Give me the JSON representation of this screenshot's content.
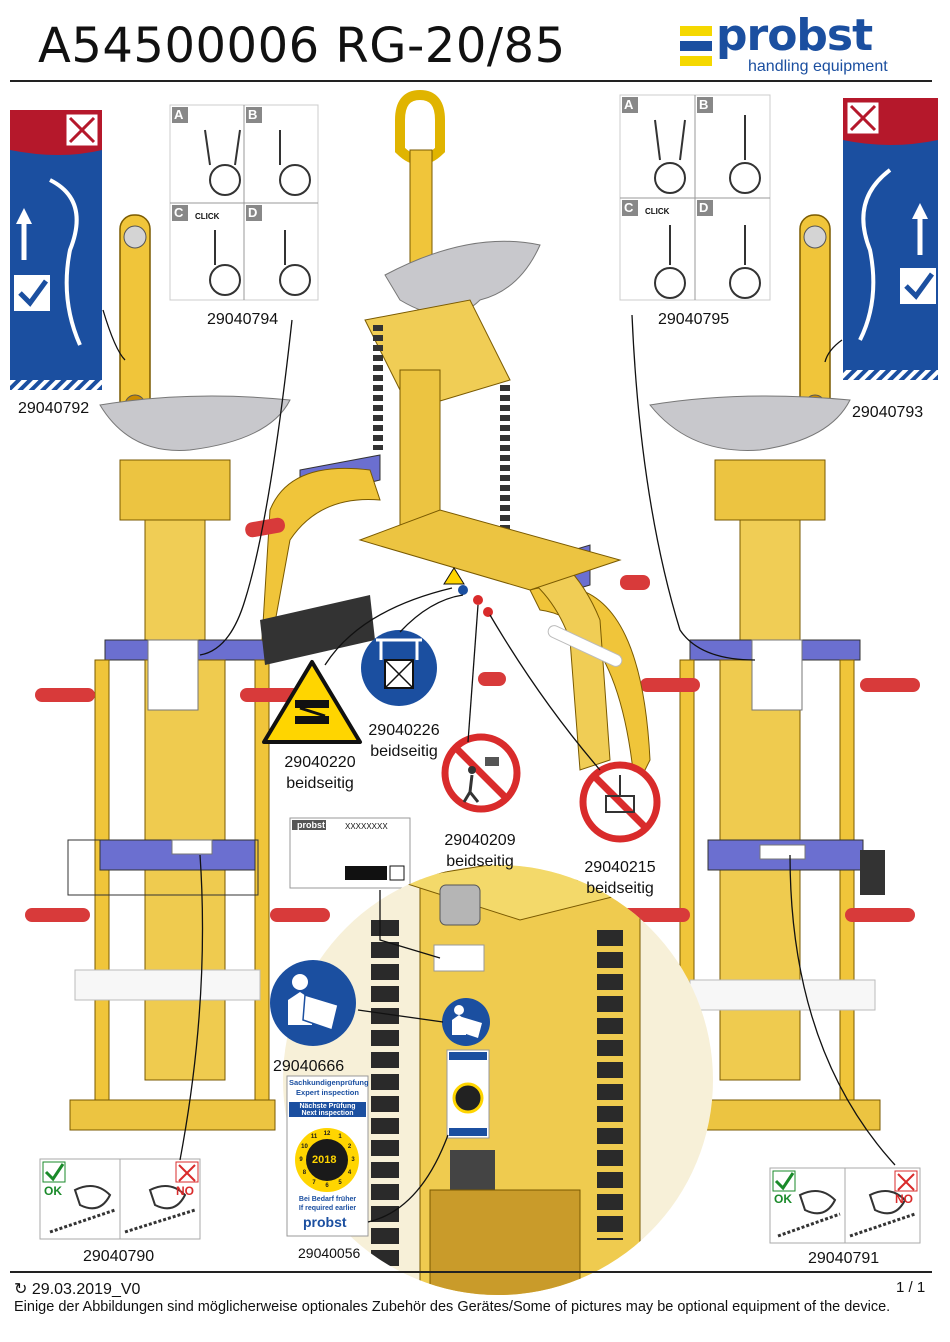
{
  "header": {
    "title": "A54500006 RG-20/85",
    "brand": {
      "name": "probst",
      "tagline": "handling equipment",
      "colors": {
        "blue": "#1b4fa0",
        "yellow": "#f5d800"
      }
    }
  },
  "labels": {
    "p29040792": "29040792",
    "p29040794": "29040794",
    "p29040795": "29040795",
    "p29040793": "29040793",
    "p29040220": "29040220",
    "p29040220_note": "beidseitig",
    "p29040226": "29040226",
    "p29040226_note": "beidseitig",
    "p29040209": "29040209",
    "p29040209_note": "beidseitig",
    "p29040215": "29040215",
    "p29040215_note": "beidseitig",
    "p29040666": "29040666",
    "p29040790": "29040790",
    "p29040056": "29040056",
    "p29040791": "29040791"
  },
  "sticker_steps": {
    "a": "A",
    "b": "B",
    "c": "C",
    "d": "D",
    "click": "CLICK"
  },
  "ok_no": {
    "ok": "OK",
    "no": "NO"
  },
  "type_plate": {
    "brand": "probst",
    "code": "XXXXXXXX"
  },
  "inspection": {
    "title_de": "Sachkundigenprüfung",
    "title_en": "Expert inspection",
    "next_de": "Nächste Prüfung",
    "next_en": "Next inspection",
    "year": "2018",
    "dial": [
      "1",
      "2",
      "3",
      "4",
      "5",
      "6",
      "7",
      "8",
      "9",
      "10",
      "11",
      "12"
    ],
    "note_de": "Bei Bedarf früher",
    "note_en": "If required earlier",
    "brand": "probst"
  },
  "footer": {
    "revision_icon": "revision-arrow-icon",
    "date": "29.03.2019_V0",
    "page": "1 / 1",
    "note": "Einige der Abbildungen sind möglicherweise optionales Zubehör des Gerätes/Some of pictures may be optional equipment of the device."
  }
}
